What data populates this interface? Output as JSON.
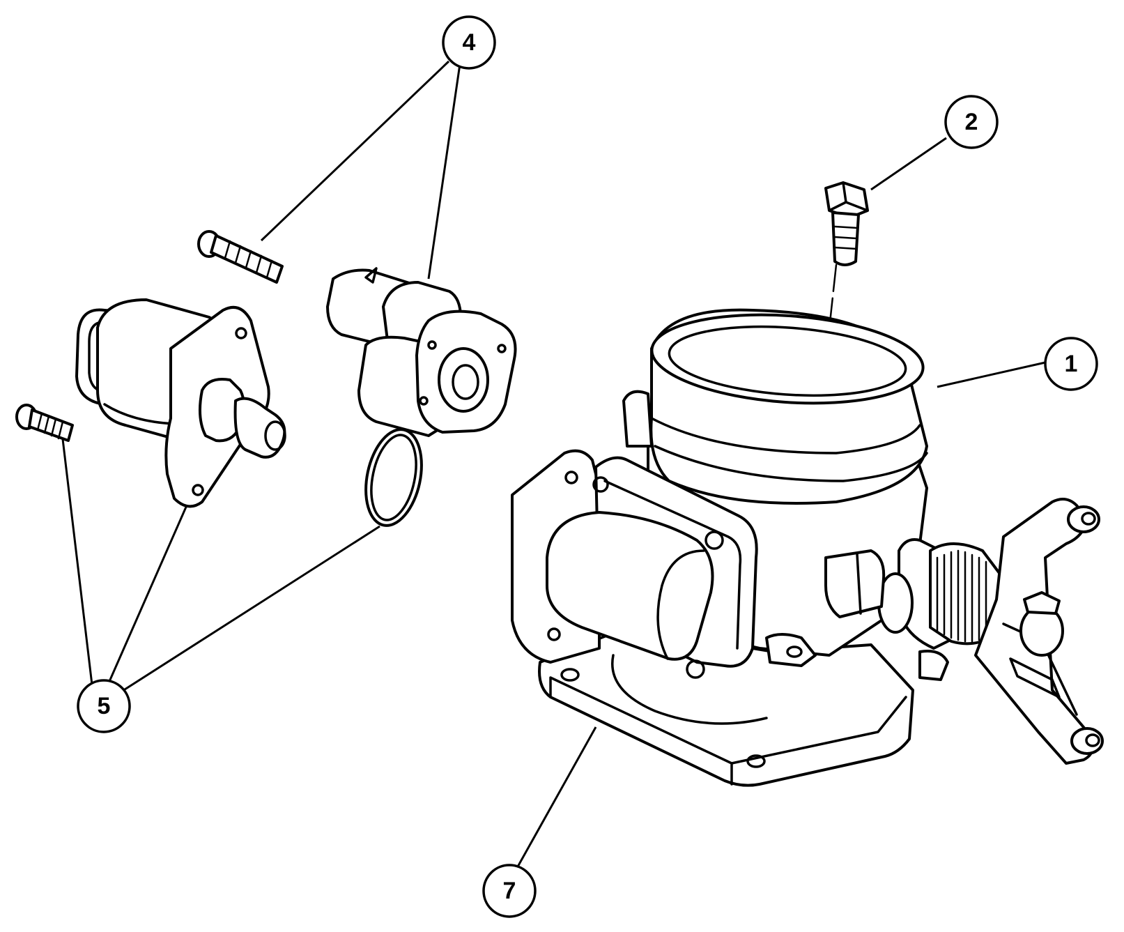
{
  "callouts": {
    "c1": "1",
    "c2": "2",
    "c4": "4",
    "c5": "5",
    "c7": "7"
  },
  "parts": [
    {
      "icon": "throttle-body-icon"
    },
    {
      "icon": "bolt-icon"
    },
    {
      "icon": "throttle-position-sensor-icon"
    },
    {
      "icon": "idle-air-control-valve-icon"
    },
    {
      "icon": "screw-icon"
    },
    {
      "icon": "o-ring-icon"
    }
  ]
}
